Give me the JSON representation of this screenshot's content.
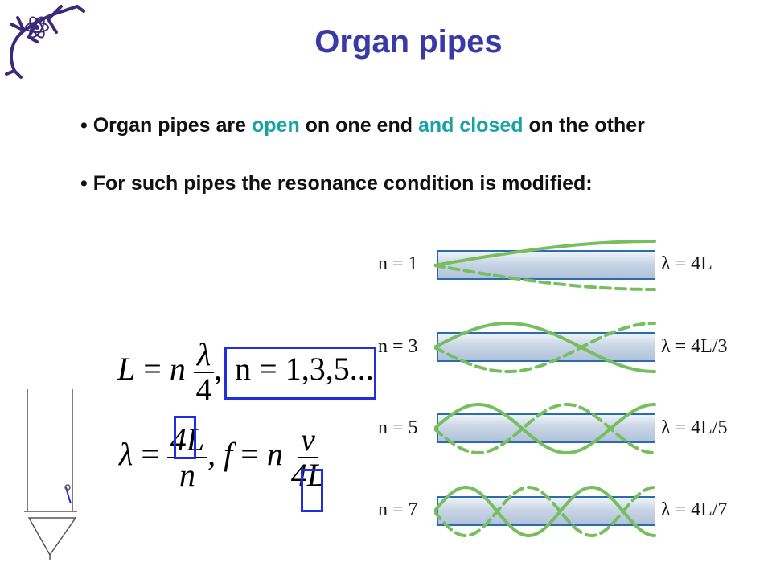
{
  "title": "Organ pipes",
  "bullets": {
    "b1_part1": "Organ pipes are ",
    "b1_open": "open",
    "b1_part2": " on one end ",
    "b1_closed": "and closed",
    "b1_part3": " on the other",
    "b2": "For such pipes the resonance condition is modified:"
  },
  "equation1": {
    "lhs": "L",
    "eq": "=",
    "n": "n",
    "num": "λ",
    "den": "4",
    "comma": ",",
    "cond": "n = 1,3,5..."
  },
  "equation2": {
    "lambda": "λ",
    "eq": "=",
    "num1": "4L",
    "den1": "n",
    "sep": ", f",
    "eq2": "=",
    "n": "n",
    "num2": "v",
    "den2": "4L"
  },
  "modes": [
    {
      "n_label": "n = 1",
      "wavelength": "λ = 4L"
    },
    {
      "n_label": "n = 3",
      "wavelength": "λ = 4L/3"
    },
    {
      "n_label": "n = 5",
      "wavelength": "λ = 4L/5"
    },
    {
      "n_label": "n = 7",
      "wavelength": "λ = 4L/7"
    }
  ],
  "colors": {
    "title": "#3a3aa6",
    "accent": "#17a3a3",
    "box": "#1f2ee0",
    "wave": "#77be5e",
    "logo": "#3b2a7a"
  }
}
